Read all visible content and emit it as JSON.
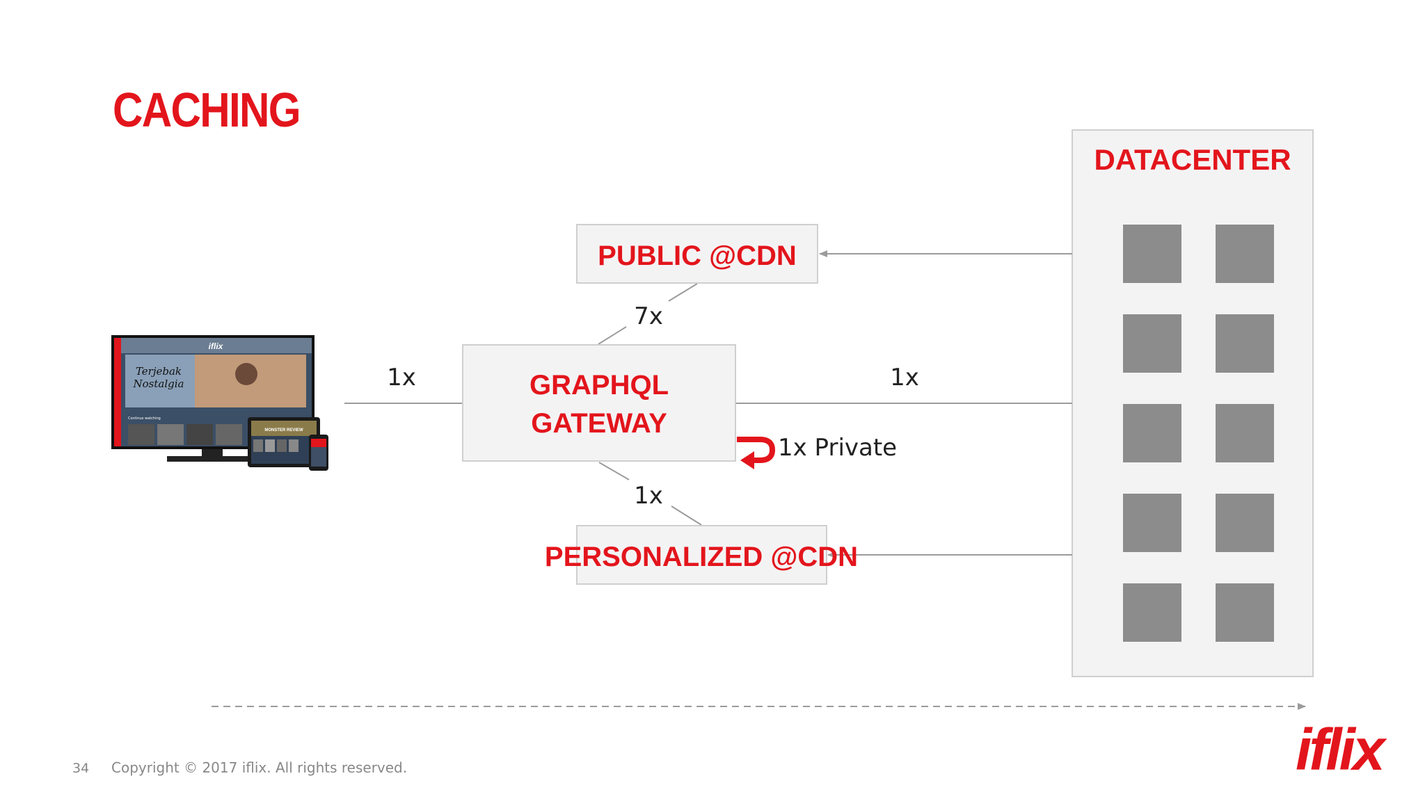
{
  "slide": {
    "title": "CACHING",
    "page_number": "34",
    "copyright": "Copyright © 2017 iflix. All rights reserved.",
    "logo": "iflix"
  },
  "diagram": {
    "nodes": {
      "public_cdn": "PUBLIC @CDN",
      "graphql_gateway_line1": "GRAPHQL",
      "graphql_gateway_line2": "GATEWAY",
      "personalized_cdn": "PERSONALIZED @CDN",
      "datacenter": "DATACENTER"
    },
    "edges": {
      "devices_to_gateway": "1x",
      "gateway_to_public": "7x",
      "gateway_to_datacenter": "1x",
      "gateway_private": "1x Private",
      "gateway_to_personalized": "1x"
    },
    "devices_image": {
      "brand": "iflix",
      "hero_text_line1": "Terjebak",
      "hero_text_line2": "Nostalgia",
      "row_label": "Continue watching",
      "tablet_banner": "MONSTER REVIEW"
    }
  },
  "colors": {
    "accent": "#e3151c",
    "box_fill": "#f4f3f4",
    "server": "#8c8c8c",
    "line": "#9b9b9b"
  }
}
